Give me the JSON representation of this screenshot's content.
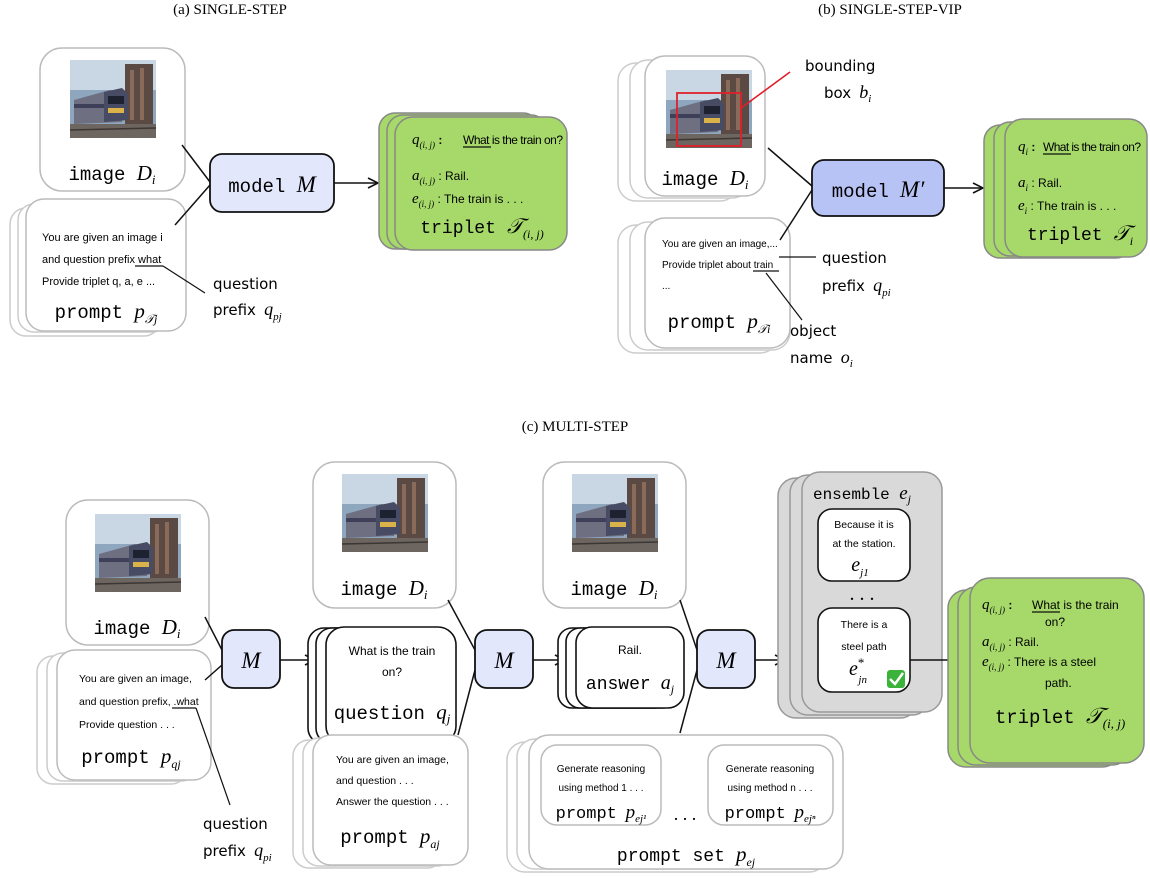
{
  "titles": {
    "a": "(a) SINGLE-STEP",
    "b": "(b) SINGLE-STEP-VIP",
    "c": "(c) MULTI-STEP"
  },
  "panel_a": {
    "image_label": "image",
    "image_var": "D",
    "image_sub": "i",
    "prompt_lines": [
      "You are given an image i",
      "and question prefix what",
      "Provide triplet q, a, e ..."
    ],
    "prompt_word": "prompt",
    "prompt_var": "p",
    "prompt_sub": "𝒯j",
    "model_label": "model",
    "model_var": "M",
    "qprefix_line1": "question",
    "qprefix_line2": "prefix",
    "qprefix_var": "q",
    "qprefix_sub": "pj",
    "triplet_q_text": "What is the train on?",
    "triplet_q_sub": "(i, j)",
    "triplet_a_text": "Rail.",
    "triplet_a_sub": "(i, j)",
    "triplet_e_text": "The train is . . .",
    "triplet_e_sub": "(i, j)",
    "triplet_label": "triplet",
    "triplet_var": "𝒯",
    "triplet_sub": "(i, j)"
  },
  "panel_b": {
    "bbox_line1": "bounding",
    "bbox_line2": "box",
    "bbox_var": "b",
    "bbox_sub": "i",
    "image_label": "image",
    "image_var": "D",
    "image_sub": "i",
    "model_label": "model",
    "model_var": "M′",
    "prompt_lines": [
      "You are given an image,...",
      "Provide triplet about train",
      "..."
    ],
    "prompt_word": "prompt",
    "prompt_var": "p",
    "prompt_sub": "𝒯i",
    "qprefix_line1": "question",
    "qprefix_line2": "prefix",
    "qprefix_var": "q",
    "qprefix_sub": "pi",
    "object_line1": "object",
    "object_line2": "name",
    "object_var": "o",
    "object_sub": "i",
    "triplet_q_text": "What is the train on?",
    "triplet_a_text": "Rail.",
    "triplet_e_text": "The train is . . .",
    "triplet_label": "triplet",
    "triplet_var": "𝒯",
    "triplet_sub": "i"
  },
  "panel_c": {
    "image_label": "image",
    "image_var": "D",
    "image_sub": "i",
    "model_var": "M",
    "prompt_q_lines": [
      "You are given an image,",
      "and question prefix, .what",
      "Provide question . . ."
    ],
    "prompt_q_word": "prompt",
    "prompt_q_sub": "qj",
    "qprefix_line1": "question",
    "qprefix_line2": "prefix",
    "qprefix_var": "q",
    "qprefix_sub": "pi",
    "question_text_1": "What is the train",
    "question_text_2": "on?",
    "question_label": "question",
    "question_var": "q",
    "question_sub": "j",
    "prompt_a_lines": [
      "You are given an image,",
      "and question . . .",
      "Answer the question . . ."
    ],
    "prompt_a_word": "prompt",
    "prompt_a_sub": "aj",
    "answer_text": "Rail.",
    "answer_label": "answer",
    "answer_var": "a",
    "answer_sub": "j",
    "prompt_e1_lines": [
      "Generate reasoning",
      "using method 1 . . ."
    ],
    "prompt_en_lines": [
      "Generate reasoning",
      "using method n . . ."
    ],
    "prompt_e_word": "prompt",
    "prompt_e1_sub": "ej¹",
    "prompt_en_sub": "ejⁿ",
    "ellipsis": ". . .",
    "prompt_set_label": "prompt set",
    "prompt_set_var": "p",
    "prompt_set_sub": "ej",
    "ensemble_label": "ensemble",
    "ensemble_var": "e",
    "ensemble_sub": "j",
    "e1_text_1": "Because it is",
    "e1_text_2": "at the station.",
    "e1_var": "e",
    "e1_sub": "j1",
    "vdots": ". . .",
    "en_text_1": "There is a",
    "en_text_2": "steel path",
    "en_var": "e",
    "en_sup": "*",
    "en_sub": "jn",
    "triplet_q_text_1": "What is the train",
    "triplet_q_text_2": "on?",
    "triplet_a_text": "Rail.",
    "triplet_e_text_1": "There is a steel",
    "triplet_e_text_2": "path.",
    "triplet_label": "triplet",
    "triplet_var": "𝒯",
    "triplet_sub": "(i, j)"
  },
  "colors": {
    "green": "#a6d96a",
    "green_dark": "#c5e69b",
    "model_light": "#e2e7fb",
    "model_dark": "#b7c3f5",
    "ensemble_gray": "#d9d9d9",
    "bbox_red": "#e0202a"
  }
}
